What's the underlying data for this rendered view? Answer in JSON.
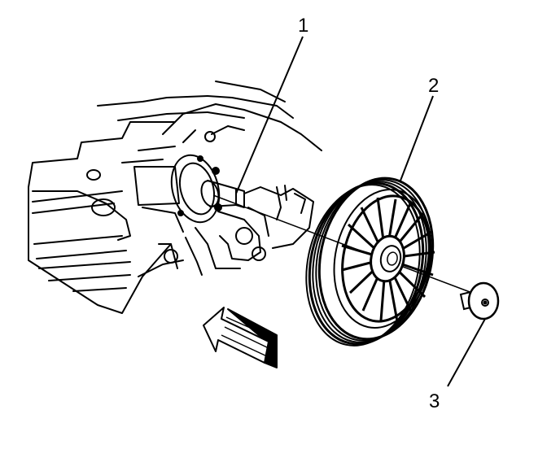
{
  "callouts": [
    {
      "number": "1",
      "part": "shaft-hub"
    },
    {
      "number": "2",
      "part": "pulley"
    },
    {
      "number": "3",
      "part": "bolt"
    }
  ],
  "colors": {
    "ink": "#000000",
    "paper": "#ffffff"
  },
  "icons": [
    "direction-arrow-icon"
  ]
}
